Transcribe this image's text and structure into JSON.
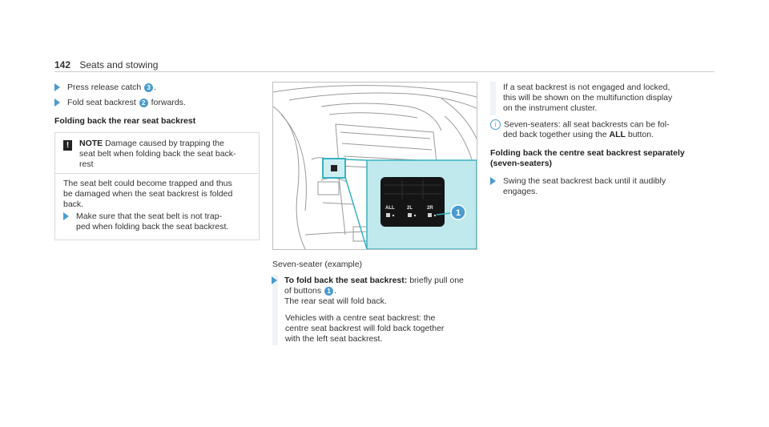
{
  "header": {
    "page_number": "142",
    "section": "Seats and stowing"
  },
  "left": {
    "step1_text": "Press release catch",
    "step1_badge": "3",
    "step2_text": "Fold seat backrest",
    "step2_badge": "2",
    "step2_suffix": "forwards.",
    "heading": "Folding back the rear seat backrest",
    "note": {
      "label": "NOTE",
      "title_line1": "Damage caused by trapping the",
      "title_line2": "seat belt when folding back the seat back-",
      "title_line3": "rest",
      "body_line1": "The seat belt could become trapped and thus",
      "body_line2": "be damaged when the seat backrest is folded",
      "body_line3": "back.",
      "step_line1": "Make sure that the seat belt is not trap-",
      "step_line2": "ped when folding back the seat backrest."
    }
  },
  "figure": {
    "button_labels": [
      "ALL",
      "2L",
      "2R"
    ],
    "callout": "1",
    "caption": "Seven-seater (example)"
  },
  "middle": {
    "step_bold": "To fold back the seat backrest:",
    "step_rest": "briefly pull one",
    "step_line2": "of buttons",
    "step_badge": "1",
    "line3": "The rear seat will fold back.",
    "para_line1": "Vehicles with a centre seat backrest: the",
    "para_line2": "centre seat backrest will fold back together",
    "para_line3": "with the left seat backrest."
  },
  "right": {
    "para_line1": "If a seat backrest is not engaged and locked,",
    "para_line2": "this will be shown on the multifunction display",
    "para_line3": "on the instrument cluster.",
    "info_line1": "Seven-seaters: all seat backrests can be fol-",
    "info_line2_pre": "ded back together using the",
    "info_line2_bold": "ALL",
    "info_line2_post": "button.",
    "heading_line1": "Folding back the centre seat backrest separately",
    "heading_line2": "(seven-seaters)",
    "step_line1": "Swing the seat backrest back until it audibly",
    "step_line2": "engages."
  },
  "colors": {
    "accent": "#4a9bd0",
    "callout_fill": "#bfe9ec",
    "callout_border": "#38b2c0"
  }
}
